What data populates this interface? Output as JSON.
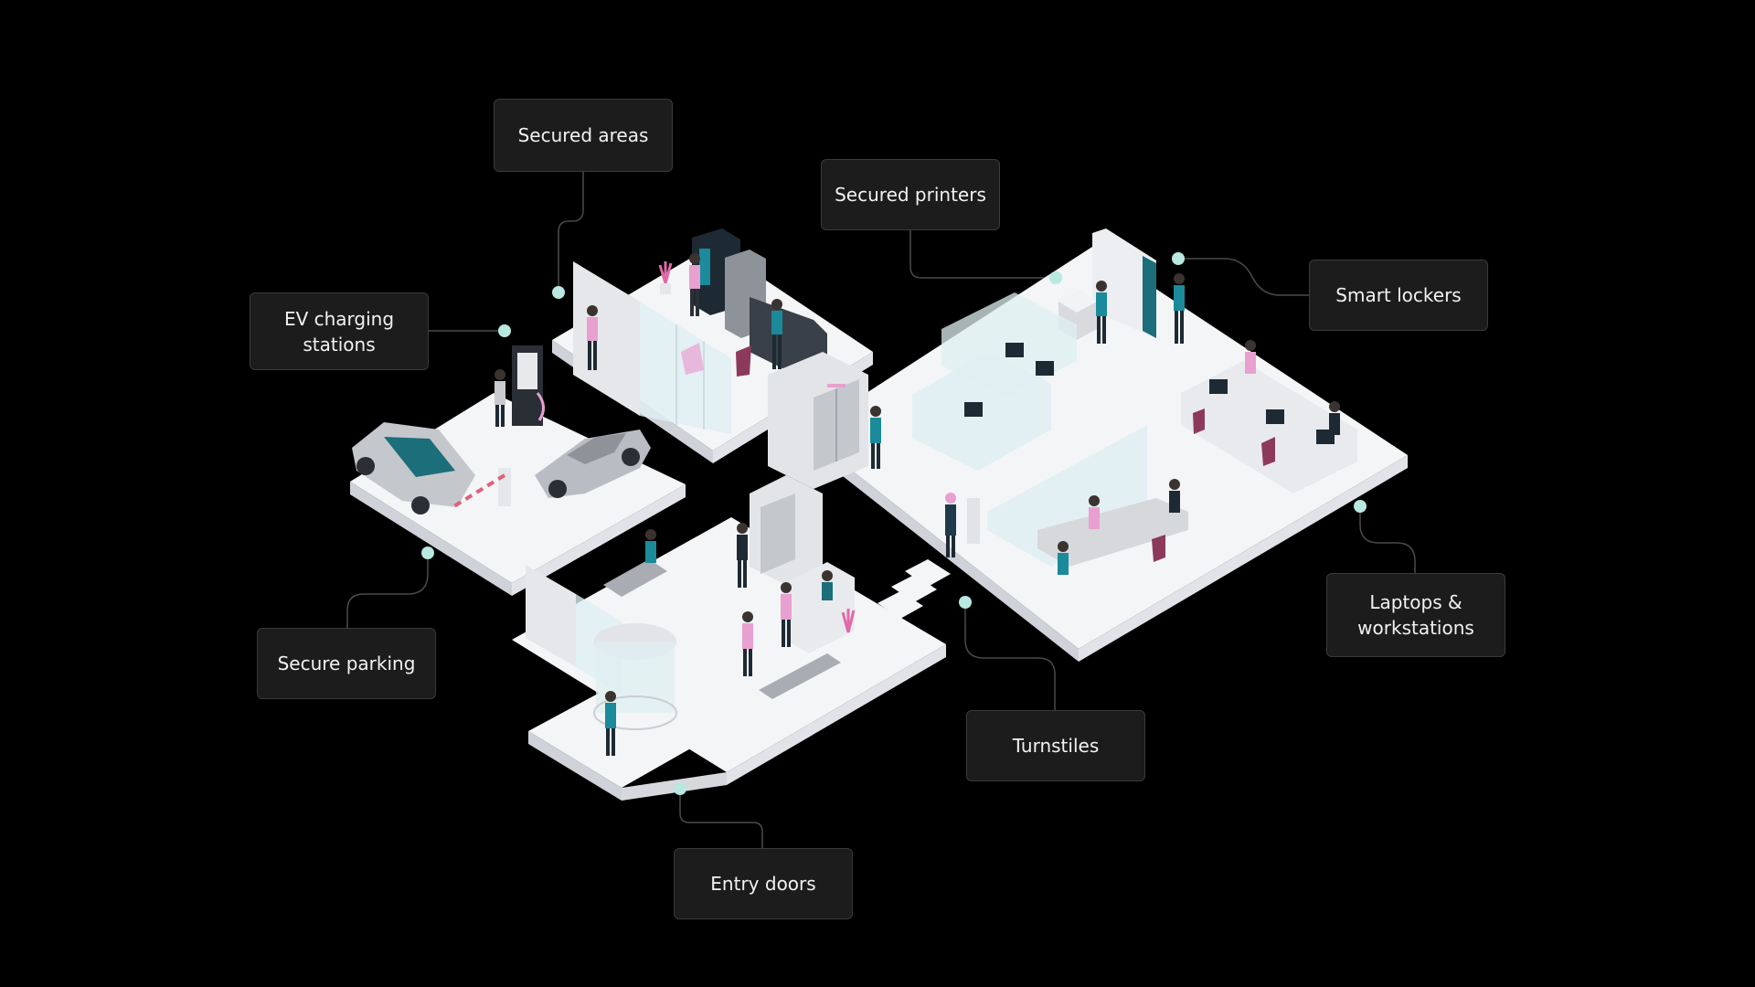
{
  "labels": {
    "secured_areas": "Secured areas",
    "secured_printers": "Secured printers",
    "smart_lockers": "Smart lockers",
    "ev_charging_line1": "EV charging",
    "ev_charging_line2": "stations",
    "secure_parking": "Secure parking",
    "laptops_line1": "Laptops &",
    "laptops_line2": "workstations",
    "turnstiles": "Turnstiles",
    "entry_doors": "Entry doors"
  },
  "colors": {
    "background": "#000000",
    "box_fill": "#1c1c1c",
    "box_border": "#3a3a3a",
    "text": "#f2f2f2",
    "connector": "#4a4a4a",
    "dot": "#b8e8e0",
    "floor": "#f4f5f7",
    "floor_side": "#d9dbe0",
    "accent_teal": "#1b8a9a",
    "accent_pink": "#e8a0d0",
    "dark": "#1e2a33"
  }
}
